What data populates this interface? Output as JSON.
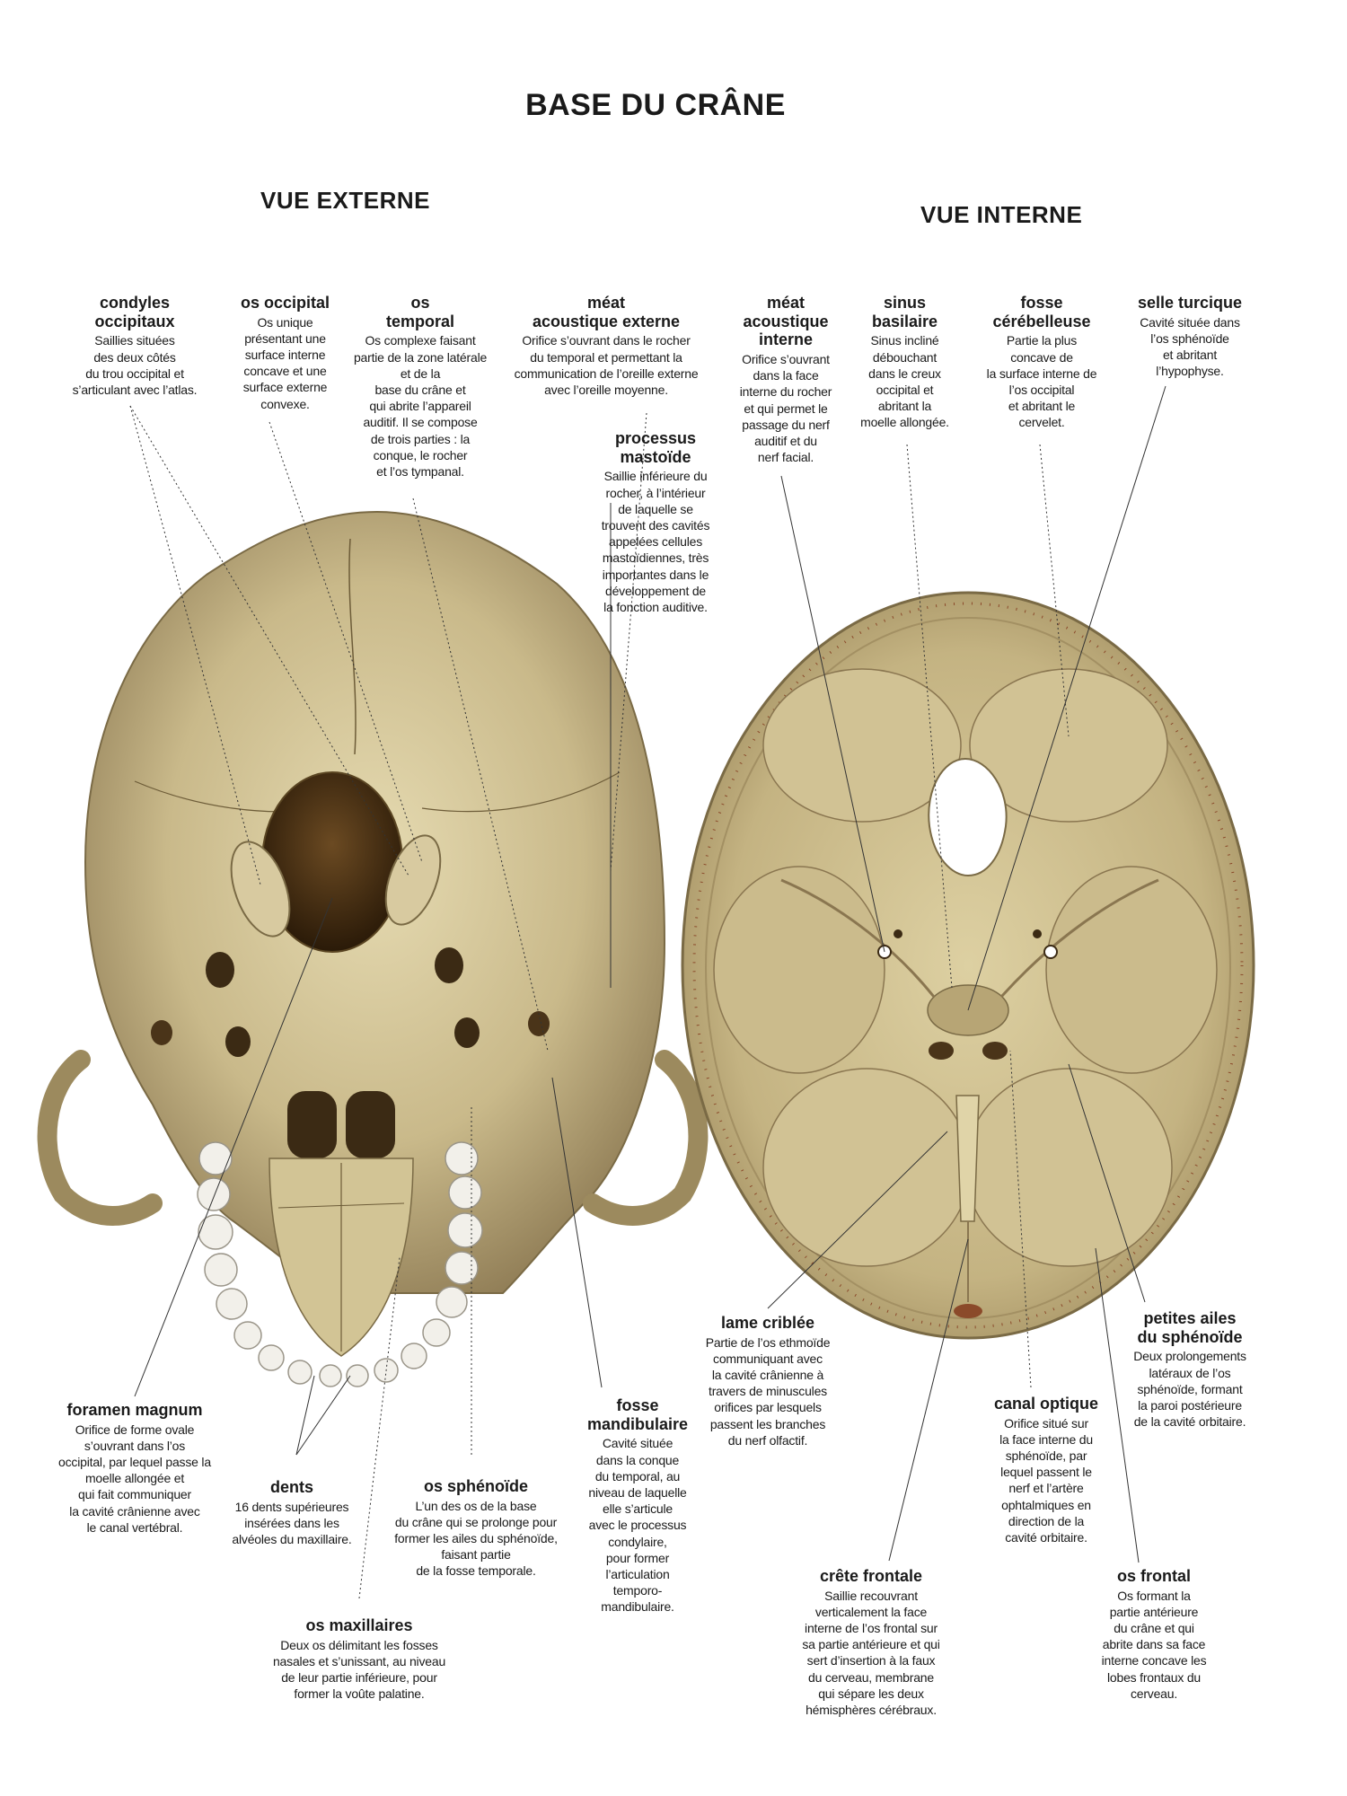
{
  "title": "BASE DU CRÂNE",
  "views": {
    "external": "VUE EXTERNE",
    "internal": "VUE INTERNE"
  },
  "labels": {
    "condyles": {
      "title": "condyles\noccipitaux",
      "desc": "Saillies situées\ndes deux côtés\ndu trou occipital et\ns’articulant avec l’atlas."
    },
    "os_occipital": {
      "title": "os occipital",
      "desc": "Os unique\nprésentant une\nsurface interne\nconcave et une\nsurface externe\nconvexe."
    },
    "os_temporal": {
      "title": "os\ntemporal",
      "desc": "Os complexe faisant\npartie de la zone latérale\net de la\nbase du crâne et\nqui abrite l’appareil\nauditif. Il se compose\nde trois parties : la\nconque, le rocher\net l’os tympanal."
    },
    "meat_ext": {
      "title": "méat\nacoustique externe",
      "desc": "Orifice s’ouvrant dans le rocher\ndu temporal et permettant la\ncommunication de l’oreille externe\navec l’oreille moyenne."
    },
    "processus": {
      "title": "processus\nmastoïde",
      "desc": "Saillie inférieure du\nrocher, à l’intérieur\nde laquelle se\ntrouvent des cavités\nappelées cellules\nmastoïdiennes, très\nimportantes dans le\ndéveloppement de\nla fonction auditive."
    },
    "meat_int": {
      "title": "méat\nacoustique\ninterne",
      "desc": "Orifice s’ouvrant\ndans la face\ninterne du rocher\net qui permet le\npassage du nerf\nauditif et du\nnerf facial."
    },
    "sinus": {
      "title": "sinus\nbasilaire",
      "desc": "Sinus incliné\ndébouchant\ndans le creux\noccipital et\nabritant la\nmoelle allongée."
    },
    "fosse_cereb": {
      "title": "fosse\ncérébelleuse",
      "desc": "Partie la plus\nconcave de\nla surface interne de\nl’os occipital\net abritant le\ncervelet."
    },
    "selle": {
      "title": "selle turcique",
      "desc": "Cavité située dans\nl’os sphénoïde\net abritant\nl’hypophyse."
    },
    "foramen": {
      "title": "foramen magnum",
      "desc": "Orifice de forme ovale\ns’ouvrant dans l’os\noccipital, par lequel passe la\nmoelle allongée et\nqui fait communiquer\nla cavité crânienne avec\nle canal vertébral."
    },
    "dents": {
      "title": "dents",
      "desc": "16 dents supérieures\ninsérées dans les\nalvéoles du maxillaire."
    },
    "sphenoide": {
      "title": "os sphénoïde",
      "desc": "L’un des os de la base\ndu crâne qui se prolonge pour\nformer les ailes du sphénoïde,\nfaisant partie\nde la fosse temporale."
    },
    "maxillaires": {
      "title": "os maxillaires",
      "desc": "Deux os délimitant les fosses\nnasales et s’unissant, au niveau\nde leur partie inférieure, pour\nformer la voûte palatine."
    },
    "fosse_mand": {
      "title": "fosse\nmandibulaire",
      "desc": "Cavité située\ndans la conque\ndu temporal, au\nniveau de laquelle\nelle s’articule\navec le processus\ncondylaire,\npour former\nl’articulation\ntemporo-\nmandibulaire."
    },
    "lame": {
      "title": "lame criblée",
      "desc": "Partie de l’os ethmoïde\ncommuniquant avec\nla cavité crânienne à\ntravers de minuscules\norifices par lesquels\npassent les branches\ndu nerf olfactif."
    },
    "canal": {
      "title": "canal optique",
      "desc": "Orifice situé sur\nla face interne du\nsphénoïde, par\nlequel passent le\nnerf et l’artère\nophtalmiques en\ndirection de la\ncavité orbitaire."
    },
    "petites": {
      "title": "petites ailes\ndu sphénoïde",
      "desc": "Deux prolongements\nlatéraux de l’os\nsphénoïde, formant\nla paroi postérieure\nde la cavité orbitaire."
    },
    "crete": {
      "title": "crête frontale",
      "desc": "Saillie recouvrant\nverticalement la face\ninterne de l’os frontal sur\nsa partie antérieure et qui\nsert d’insertion à la faux\ndu cerveau, membrane\nqui sépare les deux\nhémisphères cérébraux."
    },
    "os_frontal": {
      "title": "os frontal",
      "desc": "Os formant la\npartie antérieure\ndu crâne et qui\nabrite dans sa face\ninterne concave les\nlobes frontaux du\ncerveau."
    }
  },
  "colors": {
    "bone": "#c9b98a",
    "bone_light": "#e2d6ac",
    "bone_dark": "#8a7650",
    "cavity": "#3b2a14",
    "tooth": "#f2f0ea",
    "text": "#1a1a1a"
  }
}
